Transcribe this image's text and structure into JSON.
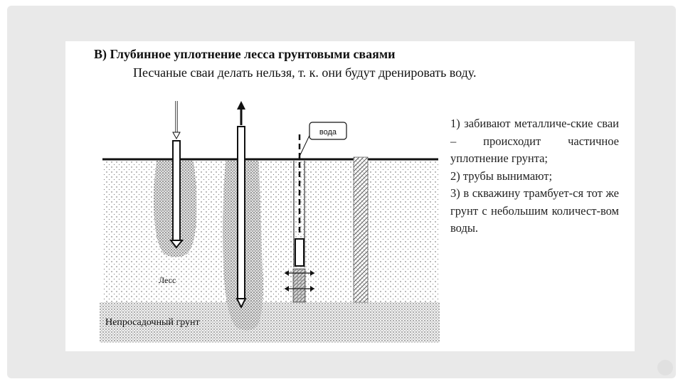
{
  "slide": {
    "title": "В) Глубинное уплотнение лесса грунтовыми сваями",
    "subtitle": "Песчаные сваи делать нельзя, т. к. они будут дренировать воду."
  },
  "diagram": {
    "labels": {
      "water": "вода",
      "loess": "Лесс",
      "non_subsiding_soil": "Непросадочный грунт"
    }
  },
  "steps": [
    "1) забивают металличе-ские сваи – происходит частичное уплотнение грунта;",
    "2) трубы вынимают;",
    "3) в скважину трамбует-ся тот же грунт с небольшим количест-вом воды."
  ],
  "page": {
    "number": ""
  }
}
